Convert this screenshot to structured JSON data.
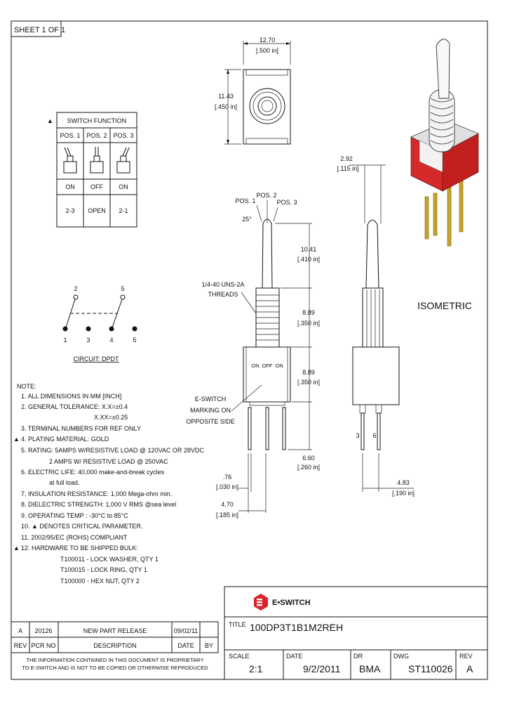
{
  "sheet": "SHEET 1 OF 1",
  "switch_function": {
    "title": "SWITCH FUNCTION",
    "columns": [
      "POS. 1",
      "POS. 2",
      "POS. 3"
    ],
    "states": [
      "ON",
      "OFF",
      "ON"
    ],
    "connections": [
      "2-3",
      "OPEN",
      "2-1"
    ]
  },
  "circuit": {
    "pins_top": [
      "2",
      "5"
    ],
    "pins_bottom": [
      "1",
      "3",
      "4",
      "5"
    ],
    "label": "CIRCUIT: DPDT"
  },
  "top_view": {
    "width_mm": "12.70",
    "width_in": "[.500 in]",
    "height_mm": "11.43",
    "height_in": "[.450 in]"
  },
  "front_view": {
    "pos1": "POS. 1",
    "pos2": "POS. 2",
    "pos3": "POS. 3",
    "angle": "25°",
    "threads_line1": "1/4-40 UNS-2A",
    "threads_line2": "THREADS",
    "marking_line1": "E-SWITCH",
    "marking_line2": "MARKING ON",
    "marking_line3": "OPPOSITE SIDE",
    "body_marks": [
      "ON",
      "OFF",
      "ON"
    ],
    "lever_mm": "10.41",
    "lever_in": "[.410 in]",
    "bushing_mm": "8.89",
    "bushing_in": "[.350 in]",
    "body_mm": "8.89",
    "body_in": "[.350 in]",
    "pin_mm": "6.60",
    "pin_in": "[.260 in]",
    "spacing_mm": ".76",
    "spacing_in": "[.030 in]",
    "pitch_mm": "4.70",
    "pitch_in": "[.185 in]"
  },
  "side_view": {
    "dia_mm": "2.92",
    "dia_in": "[.115 in]",
    "pin_labels": [
      "3",
      "6"
    ],
    "depth_mm": "4.83",
    "depth_in": "[.190 in]"
  },
  "isometric_label": "ISOMETRIC",
  "notes": {
    "title": "NOTE:",
    "items": [
      "1. ALL DIMENSIONS IN MM [INCH]",
      "2. GENERAL TOLERANCE: X.X=±0.4",
      "X.XX=±0.25",
      "3. TERMINAL NUMBERS FOR REF ONLY",
      "4. PLATING MATERIAL: GOLD",
      "5. RATING: 5AMPS W/RESISTIVE LOAD @ 120VAC OR 28VDC",
      "2 AMPS W/ RESISTIVE LOAD @ 250VAC",
      "6. ELECTRIC LIFE: 40,000 make-and-break cycles",
      "at full load.",
      "7. INSULATION RESISTANCE: 1,000 Mega-ohm min.",
      "8. DIELECTRIC STRENGTH: 1,000 V RMS @sea level",
      "9. OPERATING TEMP : -30°C to 85°C",
      "10. ▲ DENOTES CRITICAL PARAMETER.",
      "11. 2002/95/EC (ROHS) COMPLIANT",
      "12. HARDWARE TO BE SHIPPED BULK:",
      "T100011 - LOCK WASHER, QTY 1",
      "T100015 - LOCK RING, QTY 1",
      "T100000 - HEX NUT, QTY 2"
    ]
  },
  "revision": {
    "rev": "A",
    "pcr": "20126",
    "description": "NEW PART RELEASE",
    "date": "09/02/11",
    "by": "",
    "headers": [
      "REV",
      "PCR NO",
      "DESCRIPTION",
      "DATE",
      "BY"
    ]
  },
  "disclaimer_line1": "THE INFORMATION CONTAINED IN THIS DOCUMENT IS PROPRIETARY",
  "disclaimer_line2": "TO E-SWITCH AND IS NOT TO BE COPIED OR OTHERWISE REPRODUCED",
  "title_block": {
    "brand": "E•SWITCH",
    "title_label": "TITLE",
    "title": "100DP3T1B1M2REH",
    "scale_label": "SCALE",
    "scale": "2:1",
    "date_label": "DATE",
    "date": "9/2/2011",
    "dr_label": "DR",
    "dr": "BMA",
    "dwg_label": "DWG",
    "dwg": "ST110026",
    "rev_label": "REV",
    "rev": "A"
  },
  "colors": {
    "body_red": "#d42a2a",
    "pin_gold": "#c9a227",
    "brand_red": "#d8232a"
  }
}
